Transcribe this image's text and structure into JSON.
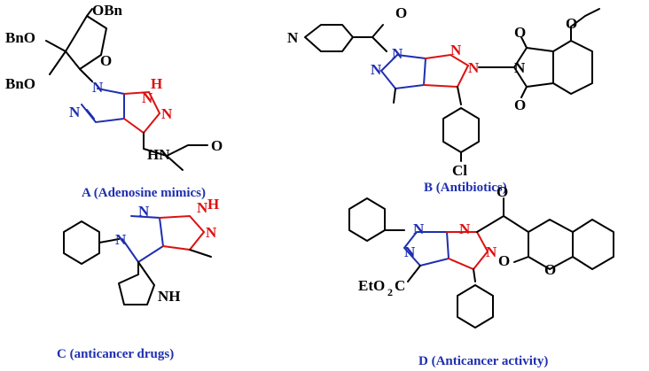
{
  "structures": {
    "A": {
      "caption": "A (Adenosine mimics)",
      "labels": [
        "OBn",
        "BnO",
        "O",
        "BnO",
        "N",
        "H",
        "N",
        "N",
        "N",
        "HN",
        "O"
      ]
    },
    "B": {
      "caption": "B (Antibiotics)",
      "labels": [
        "N",
        "O",
        "N",
        "N",
        "N",
        "N",
        "O",
        "N",
        "O",
        "O",
        "Cl"
      ]
    },
    "C": {
      "caption": "C (anticancer drugs)",
      "labels": [
        "N",
        "N",
        "N",
        "H",
        "N",
        "NH"
      ]
    },
    "D": {
      "caption": "D (Anticancer activity)",
      "labels": [
        "N",
        "N",
        "N",
        "N",
        "O",
        "O",
        "O",
        "EtO",
        "2",
        "C"
      ]
    }
  }
}
